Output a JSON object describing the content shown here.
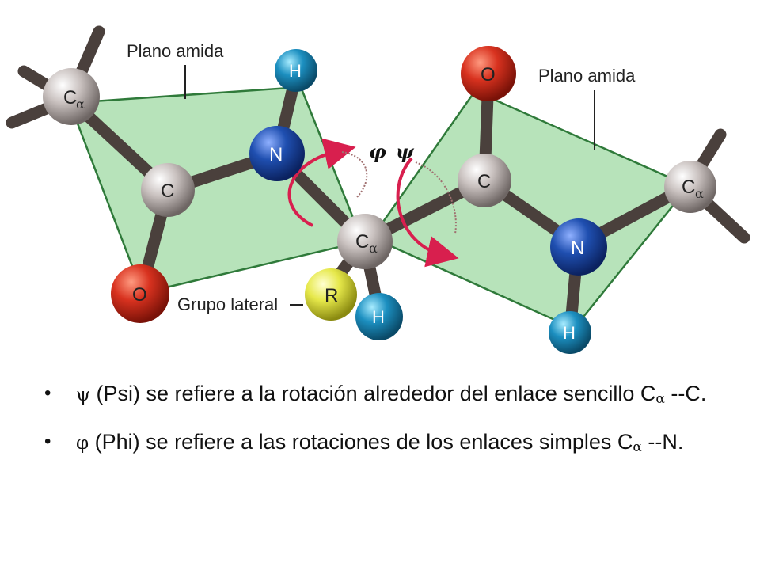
{
  "diagram": {
    "plane_label_left": "Plano amida",
    "plane_label_right": "Plano amida",
    "side_group_label": "Grupo lateral",
    "phi_symbol": "φ",
    "psi_symbol": "ψ",
    "atoms": {
      "calpha_left": "C",
      "carbon_left": "C",
      "nitrogen_left": "N",
      "hydrogen_top_left": "H",
      "oxygen_left": "O",
      "calpha_center": "C",
      "r_group": "R",
      "hydrogen_center": "H",
      "oxygen_right": "O",
      "carbon_right": "C",
      "nitrogen_right": "N",
      "hydrogen_bottom_right": "H",
      "calpha_right": "C"
    },
    "alpha_subscript": "α",
    "colors": {
      "plane_fill": "#9fd9a3",
      "plane_edge": "#2f7a3a",
      "oxygen": "#d8321f",
      "nitrogen": "#1f4fb0",
      "hydrogen": "#1c8fc0",
      "carbon": "#b9b0ae",
      "r_group": "#e6e84a",
      "rotation_arrow": "#d81f4e"
    }
  },
  "bullets": [
    {
      "symbol": "ψ",
      "text_a": " (Psi)  se refiere a la rotación alrededor del enlace sencillo C",
      "subscript": "α",
      "text_b": " --C."
    },
    {
      "symbol": "φ",
      "text_a": " (Phi) se refiere a las rotaciones de los enlaces simples C",
      "subscript": "α",
      "text_b": " --N."
    }
  ]
}
